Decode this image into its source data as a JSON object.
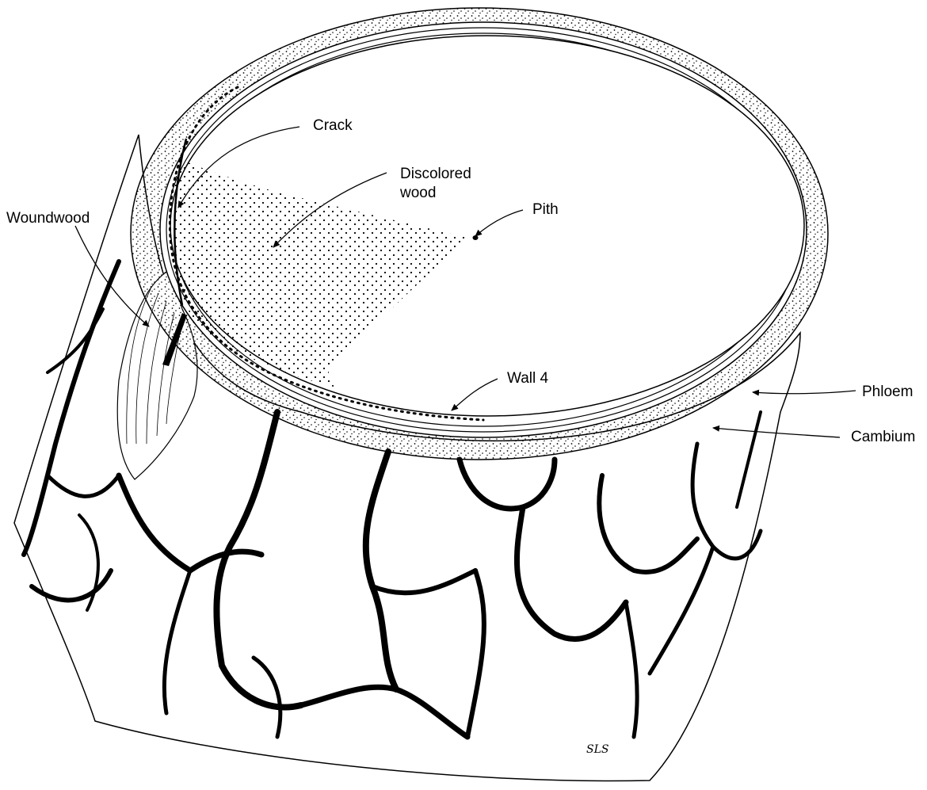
{
  "labels": {
    "crack": "Crack",
    "discolored_line1": "Discolored",
    "discolored_line2": "wood",
    "pith": "Pith",
    "woundwood": "Woundwood",
    "wall4": "Wall 4",
    "phloem": "Phloem",
    "cambium": "Cambium"
  },
  "signature": "SLS",
  "colors": {
    "ink": "#000000",
    "background": "#ffffff"
  }
}
